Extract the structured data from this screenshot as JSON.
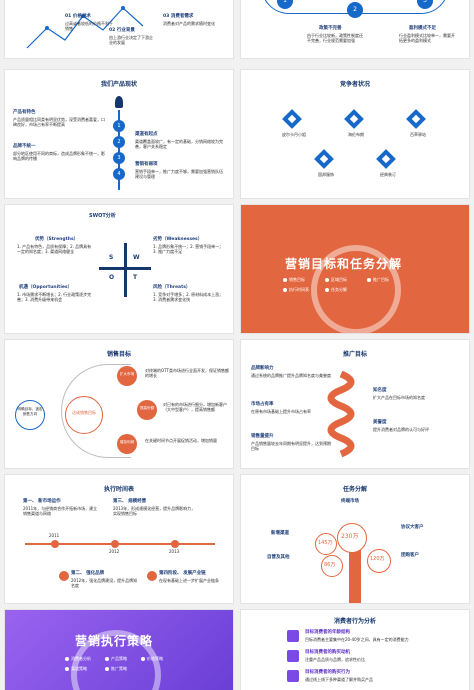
{
  "colors": {
    "navy": "#16376e",
    "blue": "#1769c9",
    "orange": "#e2663f",
    "purple": "#7b49e6"
  },
  "s1": {
    "items": [
      {
        "num": "01",
        "title": "价格战术",
        "desc": "过高或者较低的价格不利于销售"
      },
      {
        "num": "02",
        "title": "行业背景",
        "desc": "由上游行业决定了下游企业的发展"
      },
      {
        "num": "03",
        "title": "消费者需求",
        "desc": "消费者对产品的需求随时变化"
      }
    ]
  },
  "s2": {
    "steps": [
      "1",
      "2",
      "3"
    ],
    "col1": {
      "title": "政策不完善",
      "desc": "由于行业比较新，政策性制度还不完善，行业规范需要加强"
    },
    "col2": {
      "title": "盈利模式不足",
      "desc": "行业盈利模式比较单一，需要开拓更多的盈利模式"
    }
  },
  "s3": {
    "title": "我们产品现状",
    "left1": {
      "heading": "产品有特色",
      "body": "产品质量相比同类有明显优势，深受消费者喜爱，口碑良好，市场占有率不断提高"
    },
    "left2": {
      "heading": "品牌不统一",
      "body": "部分地区使用不同的商标，造成品牌形象不统一，影响品牌的传播"
    },
    "right1": {
      "heading": "渠道有起点",
      "body": "渠道覆盖面较广，有一定的基础，分销网络较为完善，客户关系稳定"
    },
    "right2": {
      "heading": "营销有弱项",
      "body": "营销手段单一，推广力度不够，需要加强营销队伍建设与管理"
    },
    "nodes": [
      "1",
      "2",
      "3",
      "4"
    ]
  },
  "s4": {
    "title": "竞争者状况",
    "items": [
      "皮尔卡丹小姐",
      "海伦布朗",
      "百草驿站",
      "国邦服饰",
      "经典装订"
    ]
  },
  "s5": {
    "title": "SWOT分析",
    "letters": [
      "S",
      "W",
      "O",
      "T"
    ],
    "s": {
      "heading": "优势（Strengths）",
      "body": "1. 产品有特色，品质有保障；2. 品牌具有一定的知名度；3. 渠道网络健全"
    },
    "w": {
      "heading": "劣势（Weaknesses）",
      "body": "1. 品牌形象不统一；2. 营销手段单一；3. 推广力度不足"
    },
    "o": {
      "heading": "机遇（Opportunities）",
      "body": "1. 市场需求不断增长；2. 行业政策逐步完善；3. 消费升级带来机会"
    },
    "t": {
      "heading": "风险（Threats）",
      "body": "1. 竞争对手增多；2. 原材料成本上涨；3. 消费者需求变化快"
    }
  },
  "s6": {
    "title": "营销目标和任务分解",
    "chips": [
      "销售目标",
      "区域目标",
      "推广目标",
      "执行时间表",
      "任务分解"
    ]
  },
  "s7": {
    "title": "销售目标",
    "left": "明确目标，锁定销售方向",
    "center": "达成销售目标",
    "bubbles": [
      "扩大市场",
      "提高份额",
      "增加利润"
    ],
    "rows": [
      "对终端的OTT类市场进行全面开发，保证销售额的增长",
      "对已有的市场进行细分，增加新客户（大中型客户），提高销售额",
      "在关键时间节点开展促销活动，增加销量"
    ]
  },
  "s8": {
    "title": "推广目标",
    "items": [
      {
        "heading": "品牌影响力",
        "body": "通过系统的品牌推广提升品牌知名度与美誉度"
      },
      {
        "heading": "知名度",
        "body": "扩大产品在目标市场的知名度"
      },
      {
        "heading": "市场占有率",
        "body": "在原有市场基础上提升市场占有率"
      },
      {
        "heading": "美誉度",
        "body": "提升消费者对品牌的认可与好评"
      },
      {
        "heading": "销售量提升",
        "body": "产品销售量较去年同期有明显提升，达到预期目标"
      }
    ]
  },
  "s9": {
    "title": "执行时间表",
    "years": [
      "2011",
      "2012",
      "2013"
    ],
    "phases": [
      {
        "heading": "第一、 新市场运作",
        "body": "2011年，与经销商合作开拓新市场，建立销售渠道与网络"
      },
      {
        "heading": "第三、 规模经营",
        "body": "2013年，形成规模化经营，提升品牌影响力，实现销售目标"
      },
      {
        "heading": "第二、 强化品牌",
        "body": "2012年，强化品牌建设，提升品牌知名度"
      },
      {
        "heading": "第四阶段、 发展产业链",
        "body": "在现有基础上进一步扩展产业链条"
      }
    ]
  },
  "s10": {
    "title": "任务分解",
    "values": [
      "230万",
      "145万",
      "120万",
      "86万"
    ],
    "labels": [
      "终端市场",
      "协议大客户",
      "团购客户",
      "新增渠道",
      "自营及其他"
    ]
  },
  "s11": {
    "title": "营销执行策略",
    "chips": [
      "消费者分析",
      "产品策略",
      "价格策略",
      "渠道策略",
      "推广策略"
    ]
  },
  "s12": {
    "title": "消费者行为分析",
    "items": [
      {
        "heading": "目标消费者的年龄结构",
        "body": "目标消费者主要集中在20-40岁之间，具有一定的消费能力"
      },
      {
        "heading": "目标消费者的购买动机",
        "body": "注重产品品质与品牌，追求性价比"
      },
      {
        "heading": "目标消费者的购买行为",
        "body": "通过线上线下多种渠道了解并购买产品"
      }
    ]
  }
}
